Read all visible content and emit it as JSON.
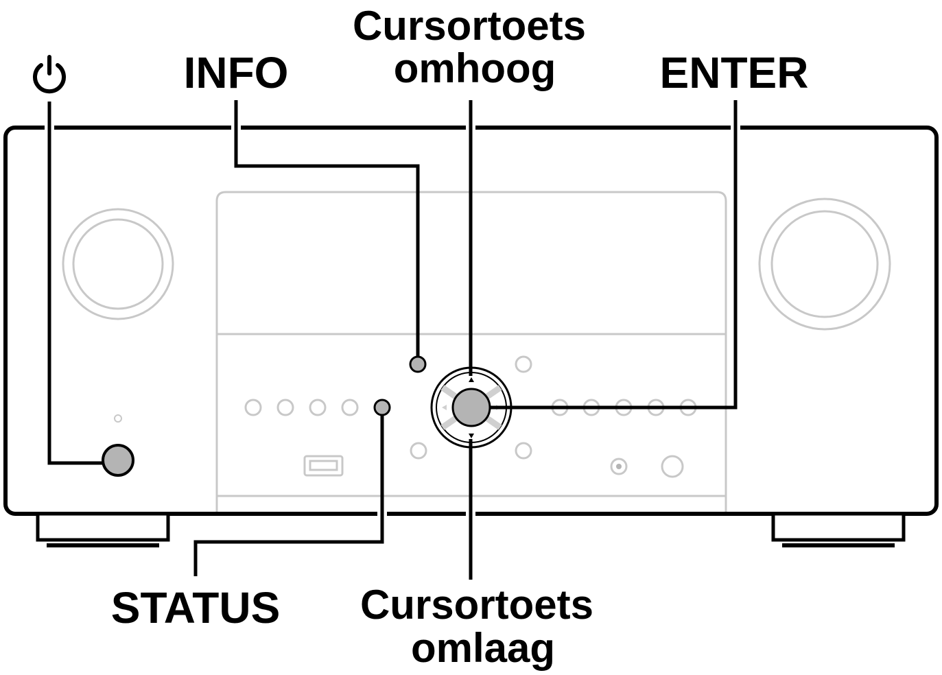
{
  "labels": {
    "power": "⏻",
    "info": "INFO",
    "cursor_up_line1": "Cursortoets",
    "cursor_up_line2": "omhoog",
    "enter": "ENTER",
    "status": "STATUS",
    "cursor_down_line1": "Cursortoets",
    "cursor_down_line2": "omlaag"
  },
  "colors": {
    "outline": "#000000",
    "panel_line": "#c8c8c8",
    "button_fill": "#b4b4b4"
  }
}
